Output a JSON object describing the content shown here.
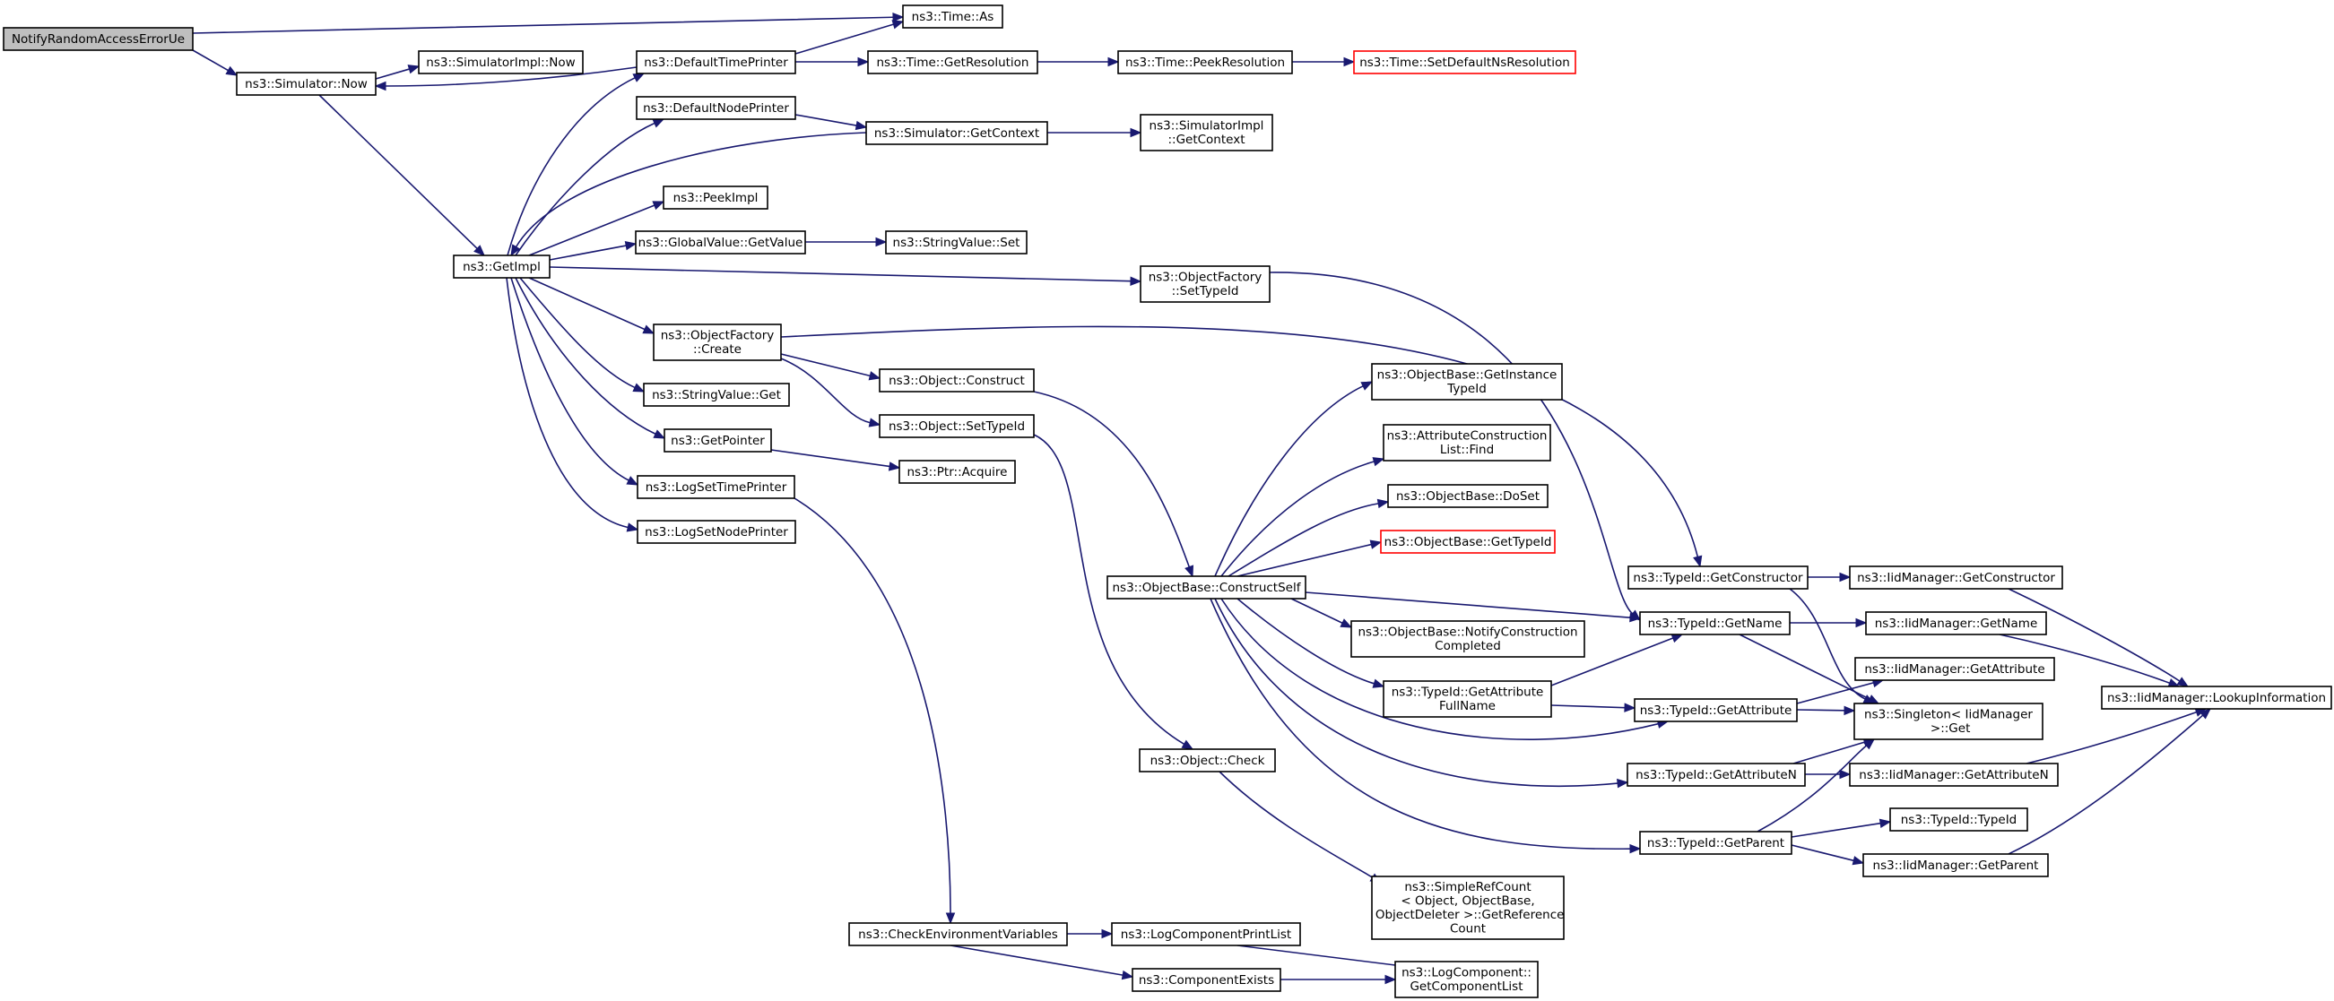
{
  "graph": {
    "colors": {
      "edge": "#191970",
      "node_border": "#000000",
      "truncated_border": "#ff0000",
      "root_fill": "#bfbfbf",
      "node_fill": "#ffffff"
    },
    "nodes": [
      {
        "id": "root",
        "lines": [
          "NotifyRandomAccessErrorUe"
        ],
        "root": true
      },
      {
        "id": "timeAs",
        "lines": [
          "ns3::Time::As"
        ]
      },
      {
        "id": "simNow",
        "lines": [
          "ns3::Simulator::Now"
        ]
      },
      {
        "id": "simImplNow",
        "lines": [
          "ns3::SimulatorImpl::Now"
        ]
      },
      {
        "id": "defTimePrinter",
        "lines": [
          "ns3::DefaultTimePrinter"
        ]
      },
      {
        "id": "timeGetRes",
        "lines": [
          "ns3::Time::GetResolution"
        ]
      },
      {
        "id": "timePeekRes",
        "lines": [
          "ns3::Time::PeekResolution"
        ]
      },
      {
        "id": "timeSetDef",
        "lines": [
          "ns3::Time::SetDefaultNsResolution"
        ],
        "truncated": true
      },
      {
        "id": "defNodePrinter",
        "lines": [
          "ns3::DefaultNodePrinter"
        ]
      },
      {
        "id": "simGetCtx",
        "lines": [
          "ns3::Simulator::GetContext"
        ]
      },
      {
        "id": "simImplGetCtx",
        "lines": [
          "ns3::SimulatorImpl",
          "::GetContext"
        ]
      },
      {
        "id": "peekImpl",
        "lines": [
          "ns3::PeekImpl"
        ]
      },
      {
        "id": "getImpl",
        "lines": [
          "ns3::GetImpl"
        ]
      },
      {
        "id": "gvGetValue",
        "lines": [
          "ns3::GlobalValue::GetValue"
        ]
      },
      {
        "id": "svSet",
        "lines": [
          "ns3::StringValue::Set"
        ]
      },
      {
        "id": "ofSetTypeId",
        "lines": [
          "ns3::ObjectFactory",
          "::SetTypeId"
        ]
      },
      {
        "id": "ofCreate",
        "lines": [
          "ns3::ObjectFactory",
          "::Create"
        ]
      },
      {
        "id": "objConstruct",
        "lines": [
          "ns3::Object::Construct"
        ]
      },
      {
        "id": "svGet",
        "lines": [
          "ns3::StringValue::Get"
        ]
      },
      {
        "id": "objSetTypeId",
        "lines": [
          "ns3::Object::SetTypeId"
        ]
      },
      {
        "id": "getPointer",
        "lines": [
          "ns3::GetPointer"
        ]
      },
      {
        "id": "ptrAcquire",
        "lines": [
          "ns3::Ptr::Acquire"
        ]
      },
      {
        "id": "logSetTime",
        "lines": [
          "ns3::LogSetTimePrinter"
        ]
      },
      {
        "id": "logSetNode",
        "lines": [
          "ns3::LogSetNodePrinter"
        ]
      },
      {
        "id": "obGetInst",
        "lines": [
          "ns3::ObjectBase::GetInstance",
          "TypeId"
        ]
      },
      {
        "id": "aclFind",
        "lines": [
          "ns3::AttributeConstruction",
          "List::Find"
        ]
      },
      {
        "id": "obDoSet",
        "lines": [
          "ns3::ObjectBase::DoSet"
        ]
      },
      {
        "id": "obGetTypeId",
        "lines": [
          "ns3::ObjectBase::GetTypeId"
        ],
        "truncated": true
      },
      {
        "id": "obConstructSelf",
        "lines": [
          "ns3::ObjectBase::ConstructSelf"
        ]
      },
      {
        "id": "obNotify",
        "lines": [
          "ns3::ObjectBase::NotifyConstruction",
          "Completed"
        ]
      },
      {
        "id": "tidGetAttrFull",
        "lines": [
          "ns3::TypeId::GetAttribute",
          "FullName"
        ]
      },
      {
        "id": "tidGetCtor",
        "lines": [
          "ns3::TypeId::GetConstructor"
        ]
      },
      {
        "id": "iidGetCtor",
        "lines": [
          "ns3::IidManager::GetConstructor"
        ]
      },
      {
        "id": "tidGetName",
        "lines": [
          "ns3::TypeId::GetName"
        ]
      },
      {
        "id": "iidGetName",
        "lines": [
          "ns3::IidManager::GetName"
        ]
      },
      {
        "id": "iidGetAttr",
        "lines": [
          "ns3::IidManager::GetAttribute"
        ]
      },
      {
        "id": "iidLookup",
        "lines": [
          "ns3::IidManager::LookupInformation"
        ]
      },
      {
        "id": "tidGetAttr",
        "lines": [
          "ns3::TypeId::GetAttribute"
        ]
      },
      {
        "id": "singletonGet",
        "lines": [
          "ns3::Singleton< IidManager",
          " >::Get"
        ]
      },
      {
        "id": "objCheck",
        "lines": [
          "ns3::Object::Check"
        ]
      },
      {
        "id": "tidGetAttrN",
        "lines": [
          "ns3::TypeId::GetAttributeN"
        ]
      },
      {
        "id": "iidGetAttrN",
        "lines": [
          "ns3::IidManager::GetAttributeN"
        ]
      },
      {
        "id": "tidTypeId",
        "lines": [
          "ns3::TypeId::TypeId"
        ]
      },
      {
        "id": "tidGetParent",
        "lines": [
          "ns3::TypeId::GetParent"
        ]
      },
      {
        "id": "iidGetParent",
        "lines": [
          "ns3::IidManager::GetParent"
        ]
      },
      {
        "id": "simpleRefCount",
        "lines": [
          "ns3::SimpleRefCount",
          "< Object, ObjectBase,",
          " ObjectDeleter >::GetReference",
          "Count"
        ]
      },
      {
        "id": "checkEnv",
        "lines": [
          "ns3::CheckEnvironmentVariables"
        ]
      },
      {
        "id": "logCompPrint",
        "lines": [
          "ns3::LogComponentPrintList"
        ]
      },
      {
        "id": "compExists",
        "lines": [
          "ns3::ComponentExists"
        ]
      },
      {
        "id": "logCompGetList",
        "lines": [
          "ns3::LogComponent::",
          "GetComponentList"
        ]
      }
    ],
    "edges": [
      [
        "root",
        "timeAs"
      ],
      [
        "root",
        "simNow"
      ],
      [
        "simNow",
        "simImplNow"
      ],
      [
        "simNow",
        "getImpl"
      ],
      [
        "defTimePrinter",
        "simNow"
      ],
      [
        "defTimePrinter",
        "timeAs"
      ],
      [
        "defTimePrinter",
        "timeGetRes"
      ],
      [
        "timeGetRes",
        "timePeekRes"
      ],
      [
        "timePeekRes",
        "timeSetDef"
      ],
      [
        "defNodePrinter",
        "simGetCtx"
      ],
      [
        "simGetCtx",
        "simImplGetCtx"
      ],
      [
        "simGetCtx",
        "getImpl"
      ],
      [
        "getImpl",
        "defTimePrinter"
      ],
      [
        "getImpl",
        "defNodePrinter"
      ],
      [
        "getImpl",
        "peekImpl"
      ],
      [
        "getImpl",
        "gvGetValue"
      ],
      [
        "getImpl",
        "ofSetTypeId"
      ],
      [
        "getImpl",
        "ofCreate"
      ],
      [
        "getImpl",
        "svGet"
      ],
      [
        "getImpl",
        "getPointer"
      ],
      [
        "getImpl",
        "logSetTime"
      ],
      [
        "getImpl",
        "logSetNode"
      ],
      [
        "gvGetValue",
        "svSet"
      ],
      [
        "ofSetTypeId",
        "tidGetName"
      ],
      [
        "ofCreate",
        "tidGetCtor"
      ],
      [
        "ofCreate",
        "objConstruct"
      ],
      [
        "ofCreate",
        "objSetTypeId"
      ],
      [
        "objConstruct",
        "obConstructSelf"
      ],
      [
        "objSetTypeId",
        "objCheck"
      ],
      [
        "getPointer",
        "ptrAcquire"
      ],
      [
        "logSetTime",
        "checkEnv"
      ],
      [
        "obConstructSelf",
        "obGetInst"
      ],
      [
        "obConstructSelf",
        "aclFind"
      ],
      [
        "obConstructSelf",
        "obDoSet"
      ],
      [
        "obConstructSelf",
        "obGetTypeId"
      ],
      [
        "obConstructSelf",
        "tidGetName"
      ],
      [
        "obConstructSelf",
        "obNotify"
      ],
      [
        "obConstructSelf",
        "tidGetAttrFull"
      ],
      [
        "obConstructSelf",
        "tidGetAttr"
      ],
      [
        "obConstructSelf",
        "tidGetAttrN"
      ],
      [
        "obConstructSelf",
        "tidGetParent"
      ],
      [
        "tidGetAttrFull",
        "tidGetName"
      ],
      [
        "tidGetAttrFull",
        "tidGetAttr"
      ],
      [
        "tidGetCtor",
        "iidGetCtor"
      ],
      [
        "tidGetCtor",
        "singletonGet"
      ],
      [
        "tidGetName",
        "iidGetName"
      ],
      [
        "tidGetName",
        "singletonGet"
      ],
      [
        "tidGetAttr",
        "iidGetAttr"
      ],
      [
        "tidGetAttr",
        "singletonGet"
      ],
      [
        "tidGetAttrN",
        "singletonGet"
      ],
      [
        "tidGetAttrN",
        "iidGetAttrN"
      ],
      [
        "tidGetParent",
        "singletonGet"
      ],
      [
        "tidGetParent",
        "tidTypeId"
      ],
      [
        "tidGetParent",
        "iidGetParent"
      ],
      [
        "iidGetCtor",
        "iidLookup"
      ],
      [
        "iidGetName",
        "iidLookup"
      ],
      [
        "iidGetAttrN",
        "iidLookup"
      ],
      [
        "iidGetParent",
        "iidLookup"
      ],
      [
        "objCheck",
        "simpleRefCount"
      ],
      [
        "checkEnv",
        "logCompPrint"
      ],
      [
        "checkEnv",
        "compExists"
      ],
      [
        "logCompPrint",
        "logCompGetList"
      ],
      [
        "compExists",
        "logCompGetList"
      ]
    ]
  }
}
